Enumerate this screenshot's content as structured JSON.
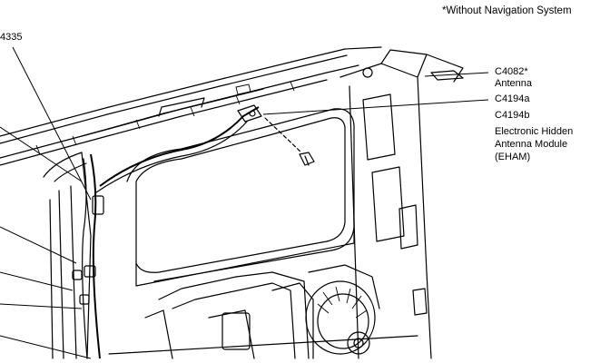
{
  "note": "*Without Navigation System",
  "callouts": {
    "part_4335": "4335",
    "c4082": "C4082*",
    "antenna": "Antenna",
    "c4194a": "C4194a",
    "c4194b": "C4194b",
    "eham_line1": "Electronic Hidden",
    "eham_line2": "Antenna Module",
    "eham_line3": "(EHAM)"
  }
}
